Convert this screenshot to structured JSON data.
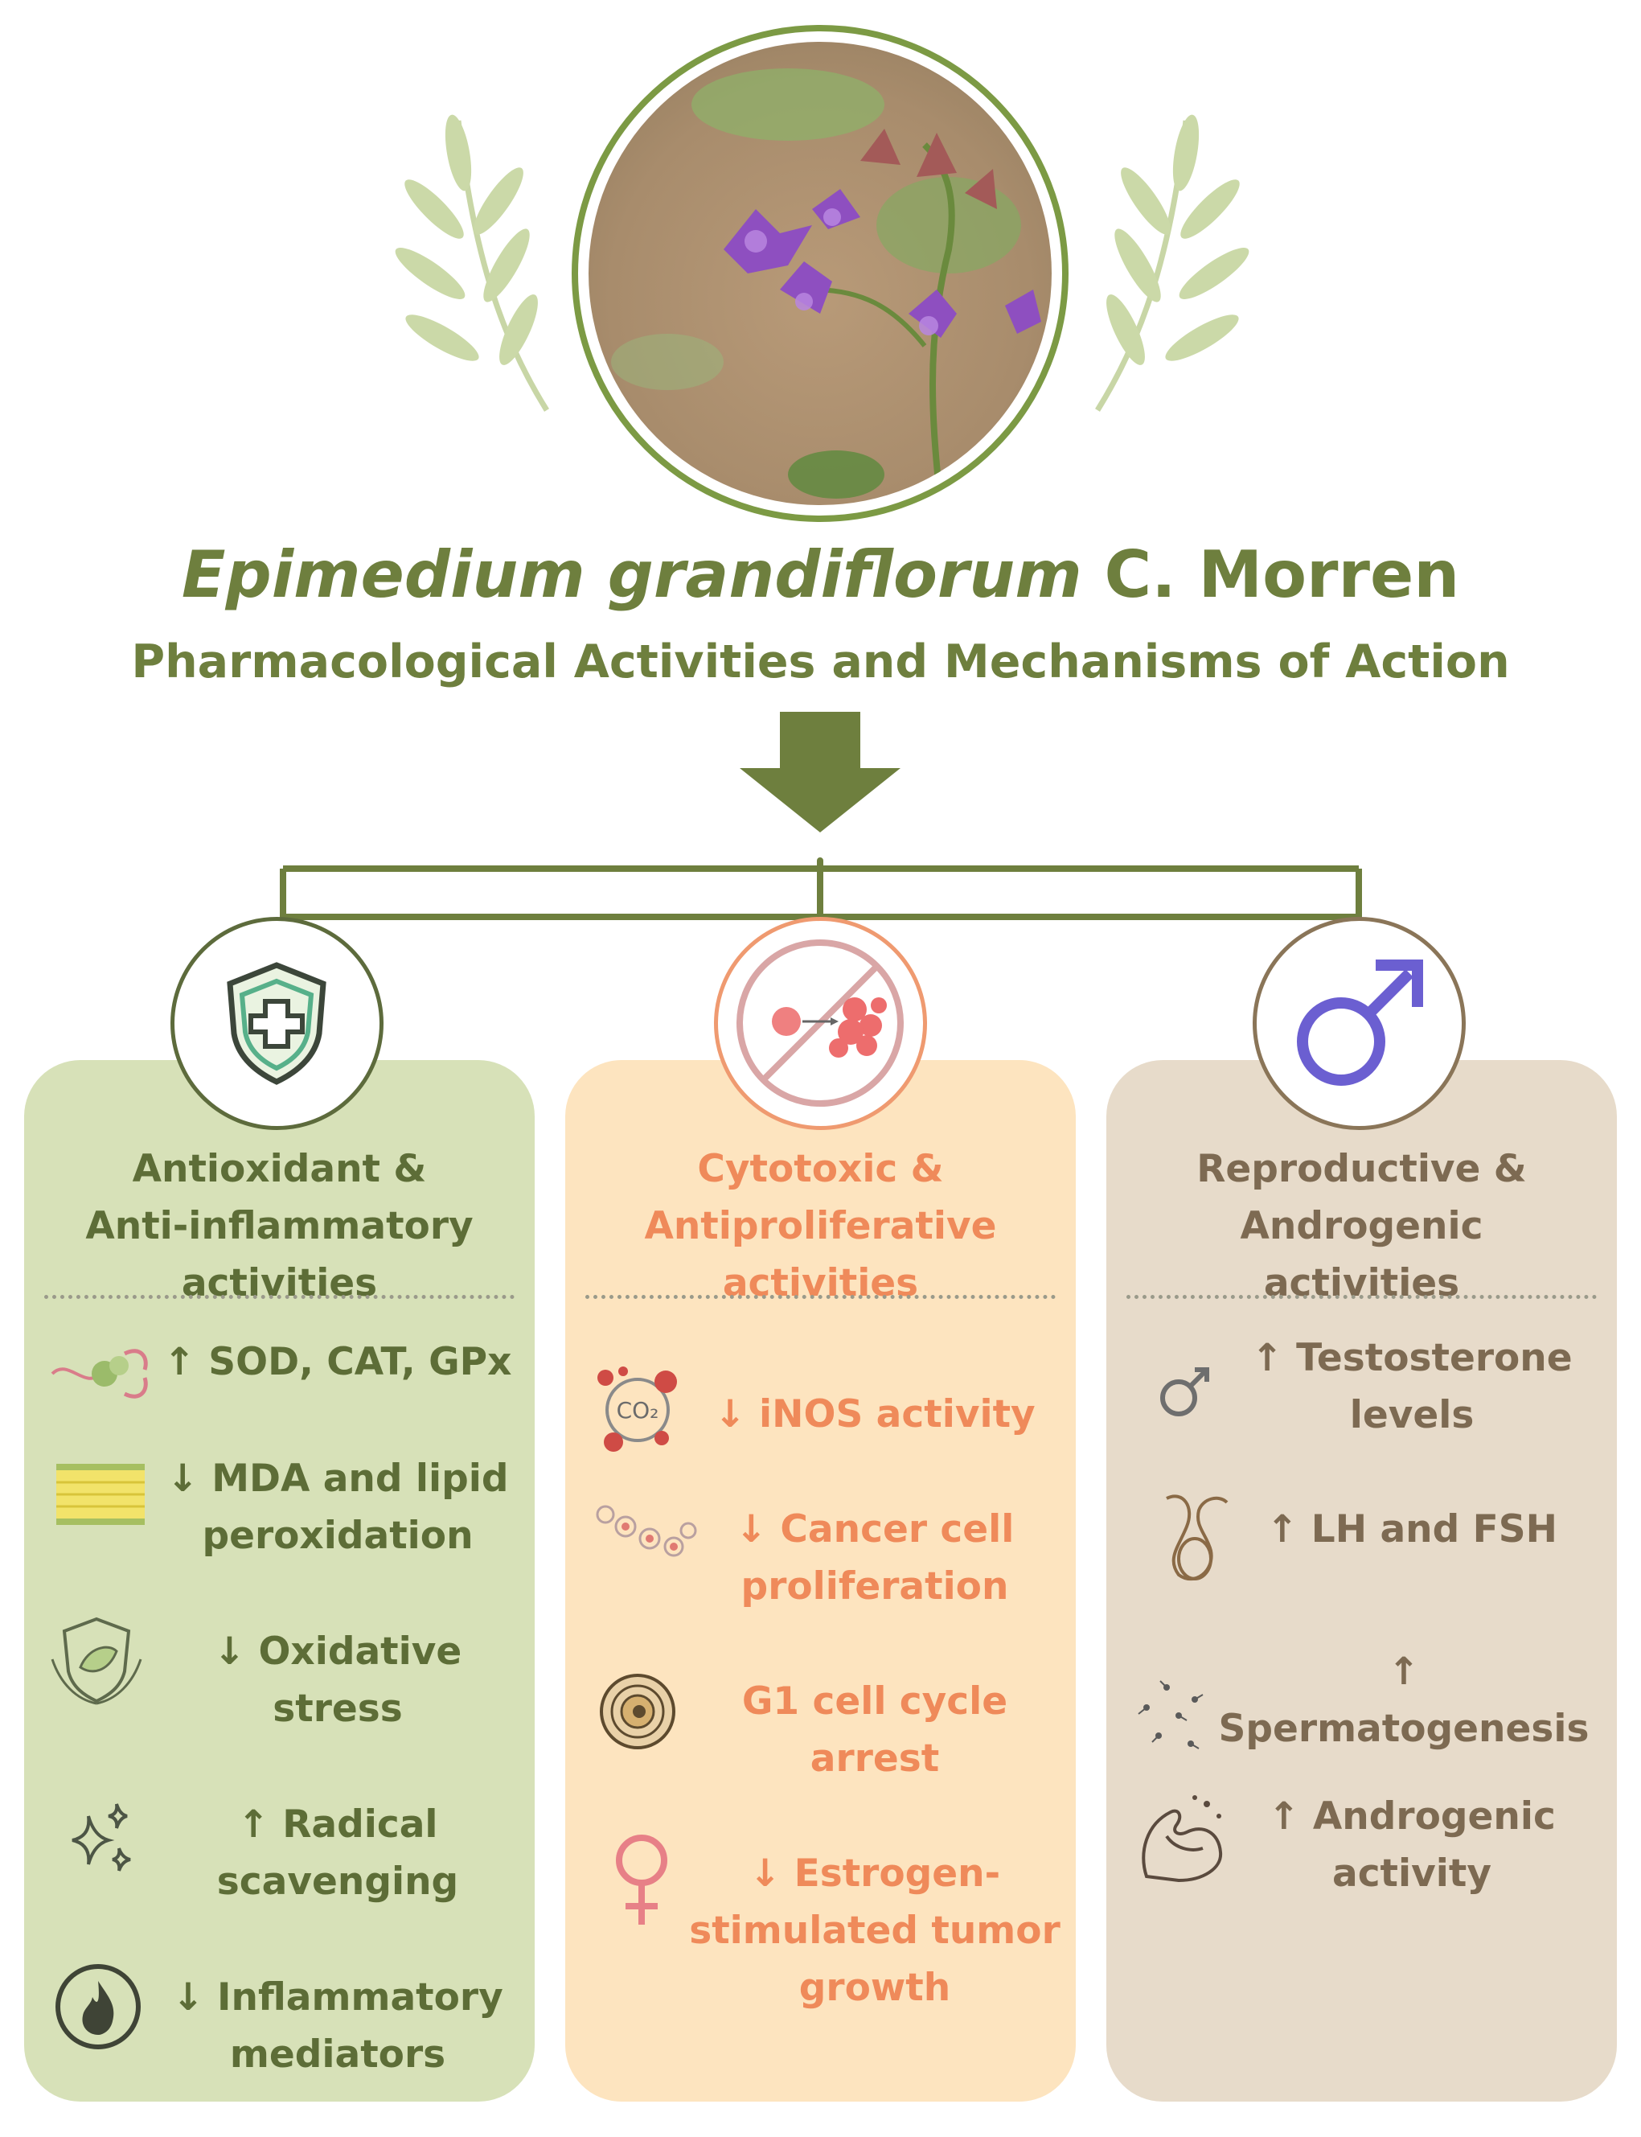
{
  "header": {
    "title_italic": "Epimedium grandiflorum",
    "title_rest": "C. Morren",
    "subtitle": "Pharmacological Activities and Mechanisms of Action"
  },
  "colors": {
    "olive": "#6e7f3e",
    "green_panel": "#d7e1b8",
    "orange_panel": "#fde4bf",
    "brown_panel": "#e7dbca",
    "orange_text": "#ef8a5a",
    "brown_text": "#7d6a52",
    "purple_symbol": "#6b5fd1"
  },
  "categories": [
    {
      "icon": "shield-cross-icon",
      "title_lines": [
        "Antioxidant &",
        "Anti-inflammatory",
        "activities"
      ],
      "items": [
        {
          "icon": "enzyme-icon",
          "lines": [
            "↑ SOD, CAT, GPx"
          ]
        },
        {
          "icon": "lipid-membrane-icon",
          "lines": [
            "↓ MDA and lipid",
            "peroxidation"
          ]
        },
        {
          "icon": "protection-shield-icon",
          "lines": [
            "↓ Oxidative",
            "stress"
          ]
        },
        {
          "icon": "sparkle-icon",
          "lines": [
            "↑ Radical",
            "scavenging"
          ]
        },
        {
          "icon": "flame-icon",
          "lines": [
            "↓ Inflammatory",
            "mediators"
          ]
        }
      ]
    },
    {
      "icon": "no-cancer-cells-icon",
      "title_lines": [
        "Cytotoxic &",
        "Antiproliferative",
        "activities"
      ],
      "items": [
        {
          "icon": "co2-bubbles-icon",
          "lines": [
            "↓ iNOS activity"
          ]
        },
        {
          "icon": "cell-division-icon",
          "lines": [
            "↓ Cancer cell",
            "proliferation"
          ]
        },
        {
          "icon": "cell-cycle-icon",
          "lines": [
            "G1 cell cycle",
            "arrest"
          ]
        },
        {
          "icon": "female-symbol-icon",
          "lines": [
            "↓ Estrogen-",
            "stimulated tumor",
            "growth"
          ]
        }
      ]
    },
    {
      "icon": "male-symbol-icon",
      "title_lines": [
        "Reproductive &",
        "Androgenic",
        "activities"
      ],
      "items": [
        {
          "icon": "small-male-symbol-icon",
          "lines": [
            "↑ Testosterone",
            "levels"
          ]
        },
        {
          "icon": "testis-icon",
          "lines": [
            "↑ LH and FSH"
          ]
        },
        {
          "icon": "sperm-icon",
          "lines": [
            "↑",
            "Spermatogenesis"
          ]
        },
        {
          "icon": "muscle-arm-icon",
          "lines": [
            "↑ Androgenic",
            "activity"
          ]
        }
      ]
    }
  ]
}
